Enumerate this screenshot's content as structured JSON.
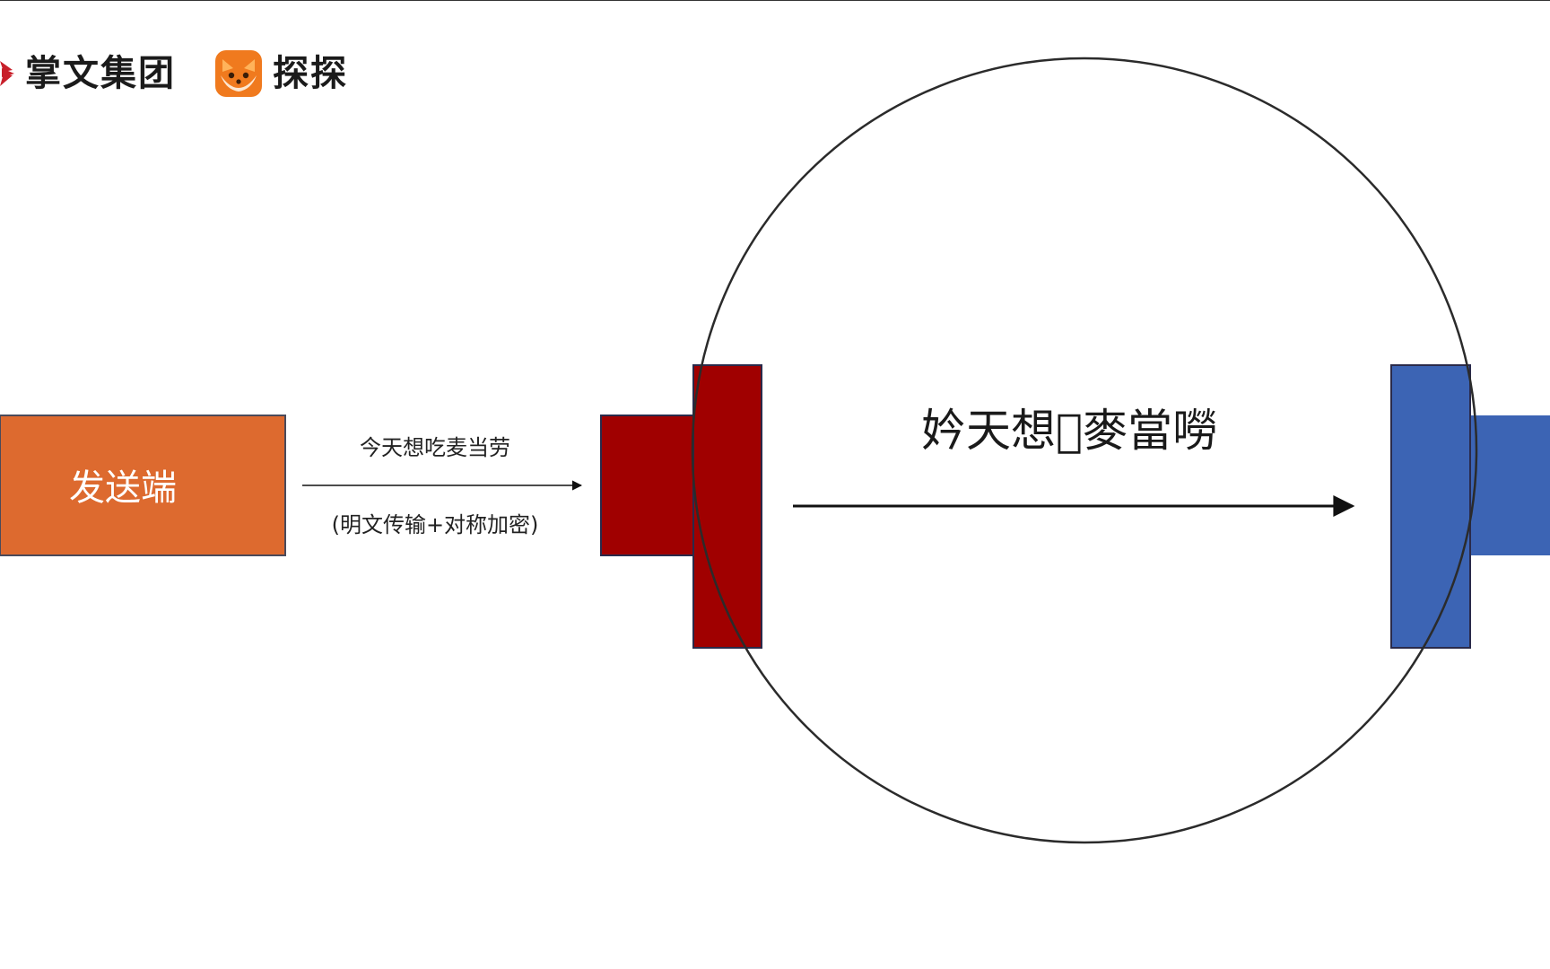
{
  "logos": {
    "company": "掌文集团",
    "app": "探探",
    "company_icon": "red-starburst-logo-icon",
    "app_icon": "fox-face-icon"
  },
  "diagram": {
    "sender_label": "发送端",
    "plain_message": "今天想吃麦当劳",
    "transport_note": "(明文传输+对称加密)",
    "encrypted_message": "妗天想𠯁麥當嘮"
  },
  "colors": {
    "sender": "#dd6a2f",
    "left_block": "#a00000",
    "right_block": "#3c64b4",
    "stroke": "#2b2b2b"
  }
}
